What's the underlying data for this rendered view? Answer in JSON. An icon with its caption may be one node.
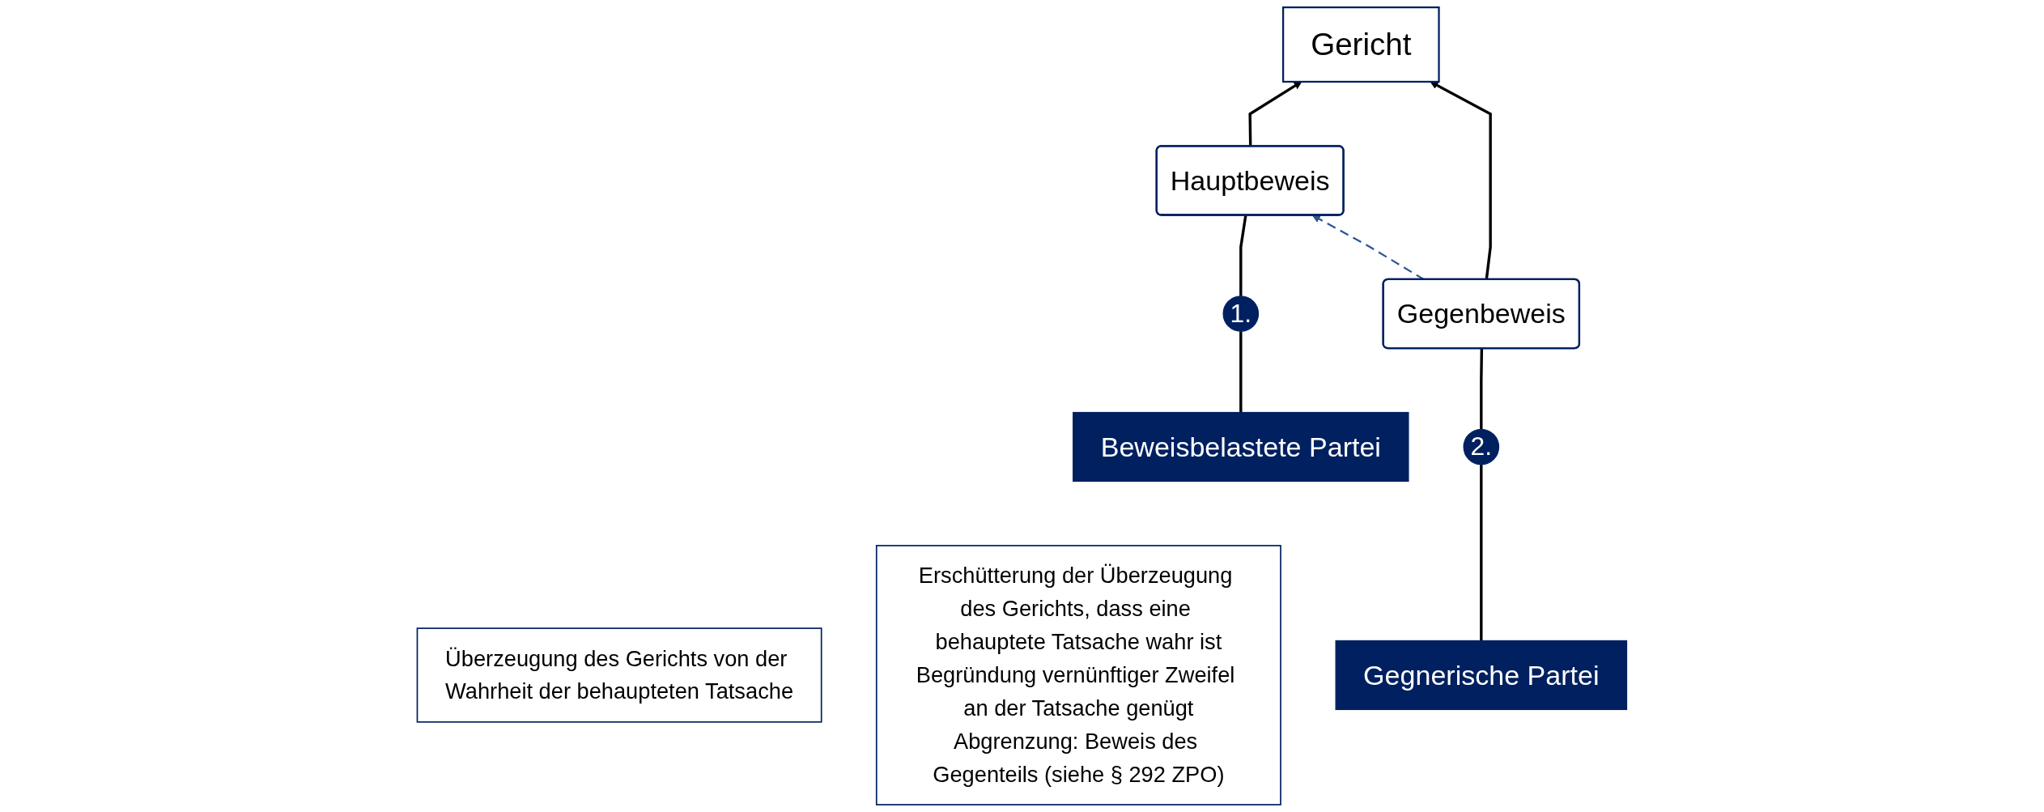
{
  "diagram": {
    "nodes": [
      {
        "text": [
          "Gericht"
        ]
      },
      {
        "text": [
          "Überzeugung des Gerichts von der Wahrheit der behaupteten Tatsache"
        ]
      },
      {
        "text": [
          "Hauptbeweis"
        ]
      },
      {
        "text": [
          "Gegenbeweis"
        ]
      },
      {
        "text": [
          "Erschütterung der Überzeugung des Gerichts, dass eine behauptete Tatsache wahr ist",
          "Begründung vernünftiger Zweifel an der Tatsache genügt",
          "Abgrenzung: Beweis des Gegenteils (siehe § 292 ZPO)"
        ]
      },
      {
        "text": [
          "1."
        ]
      },
      {
        "text": [
          "2."
        ]
      },
      {
        "text": [
          "Beweisbelastete Partei"
        ]
      },
      {
        "text": [
          "Gegnerische Partei"
        ]
      }
    ],
    "edges": [
      {
        "from": 7,
        "to": 5,
        "arrow": "none"
      },
      {
        "from": 5,
        "to": 2,
        "arrow": "none"
      },
      {
        "from": 2,
        "to": 0,
        "arrow": "to"
      },
      {
        "from": 8,
        "to": 6,
        "arrow": "none"
      },
      {
        "from": 6,
        "to": 3,
        "arrow": "none"
      },
      {
        "from": 3,
        "to": 0,
        "arrow": "to"
      },
      {
        "from": 3,
        "to": 2,
        "arrow": "to",
        "style": "dashed",
        "color": "#2f5597"
      }
    ]
  }
}
